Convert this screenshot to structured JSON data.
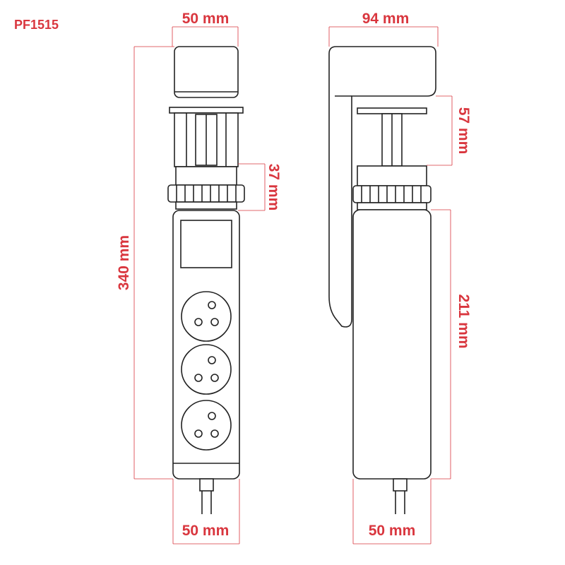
{
  "model_code": "PF1515",
  "colors": {
    "dimension": "#d9363e",
    "outline": "#222222",
    "background": "#ffffff"
  },
  "front_view": {
    "top_width": "50 mm",
    "total_height": "340 mm",
    "clamp_gap": "37 mm",
    "bottom_width": "50 mm",
    "socket_count": 3
  },
  "side_view": {
    "top_width": "94 mm",
    "clamp_opening": "57 mm",
    "body_height": "211 mm",
    "bottom_width": "50 mm"
  }
}
